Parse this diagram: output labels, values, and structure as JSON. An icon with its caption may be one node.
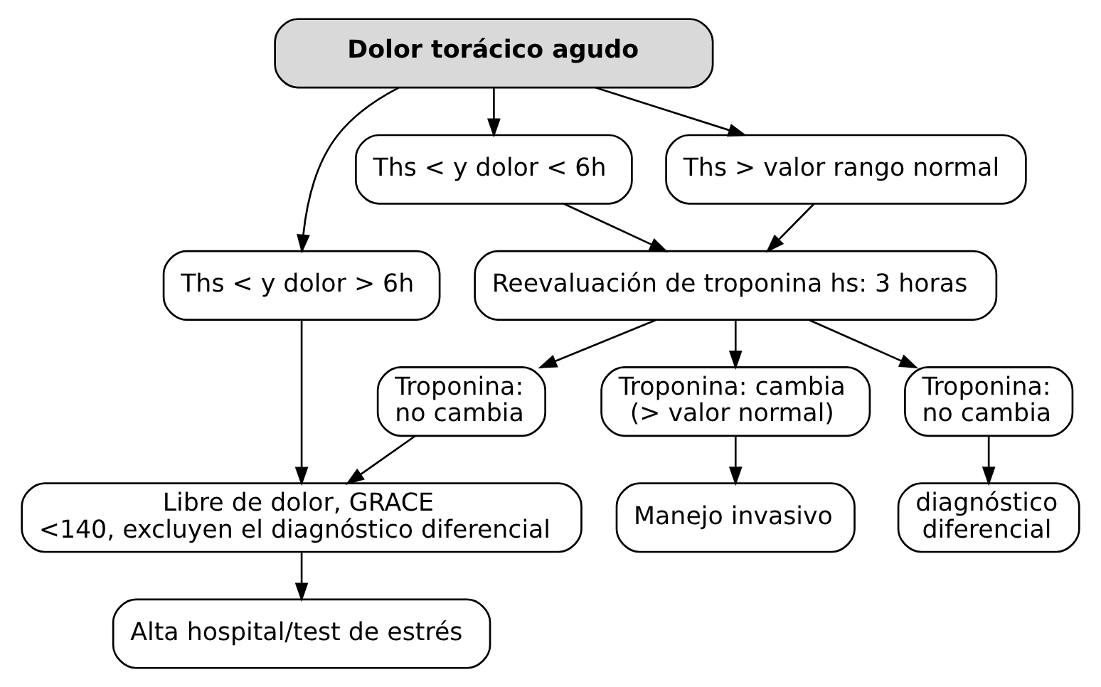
{
  "diagram": {
    "nodes": [
      {
        "text": [
          "Dolor torácico agudo"
        ]
      },
      {
        "text": [
          "Ths < y dolor > 6h"
        ]
      },
      {
        "text": [
          "Ths < y dolor < 6h"
        ]
      },
      {
        "text": [
          "Ths > valor rango normal"
        ]
      },
      {
        "text": [
          "Reevaluación de troponina hs: 3 horas"
        ]
      },
      {
        "text": [
          "Troponina: no cambia"
        ]
      },
      {
        "text": [
          "Troponina: cambia (> valor normal)"
        ]
      },
      {
        "text": [
          "Troponina: no cambia"
        ]
      },
      {
        "text": [
          "Libre de dolor, GRACE <140, excluyen el diagnóstico diferencial"
        ]
      },
      {
        "text": [
          "diagnóstico diferencial"
        ]
      },
      {
        "text": [
          "Alta hospital/test de estrés"
        ]
      },
      {
        "text": [
          "Manejo invasivo"
        ]
      }
    ],
    "edges": [
      {
        "from": 0,
        "to": 1,
        "arrow": "to"
      },
      {
        "from": 0,
        "to": 2,
        "arrow": "to"
      },
      {
        "from": 0,
        "to": 3,
        "arrow": "to"
      },
      {
        "from": 1,
        "to": 8,
        "arrow": "to"
      },
      {
        "from": 2,
        "to": 4,
        "arrow": "to"
      },
      {
        "from": 3,
        "to": 4,
        "arrow": "to"
      },
      {
        "from": 4,
        "to": 5,
        "arrow": "to"
      },
      {
        "from": 4,
        "to": 6,
        "arrow": "to"
      },
      {
        "from": 4,
        "to": 7,
        "arrow": "to"
      },
      {
        "from": 5,
        "to": 8,
        "arrow": "to"
      },
      {
        "from": 7,
        "to": 9,
        "arrow": "to"
      },
      {
        "from": 8,
        "to": 10,
        "arrow": "to"
      },
      {
        "from": 6,
        "to": 11,
        "arrow": "to"
      }
    ]
  }
}
